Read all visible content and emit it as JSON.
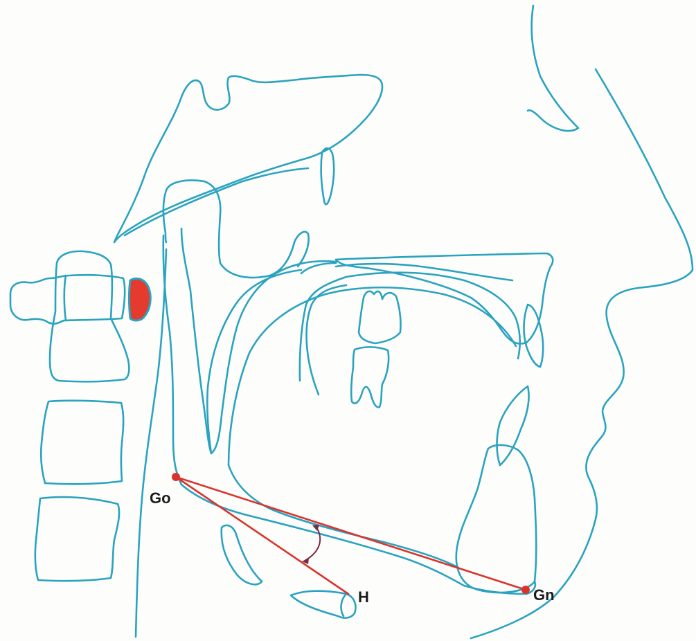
{
  "colors": {
    "tracing": "#2aa3bf",
    "measurement": "#d9342b",
    "highlight": "#e53a2e",
    "angle_arc": "#7a2a45",
    "label": "#1c1c1c"
  },
  "labels": {
    "gonion": "Go",
    "gnathion": "Gn",
    "hyoid": "H"
  }
}
